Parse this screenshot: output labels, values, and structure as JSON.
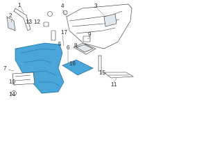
{
  "diagram": {
    "callouts": {
      "c1": "1",
      "c2": "2",
      "c3": "3",
      "c4": "4",
      "c5": "5",
      "c6": "6",
      "c7": "7",
      "c8": "8",
      "c9": "9",
      "c10": "10",
      "c11": "11",
      "c12": "12",
      "c13": "13",
      "c14": "14",
      "c15": "15",
      "c16": "16",
      "c17": "17"
    },
    "colors": {
      "line": "#333333",
      "highlight": "#4aa6d8",
      "highlight_dark": "#1f6f9e",
      "part_fill": "#ffffff",
      "accent_fill": "#dfe6ec"
    }
  }
}
